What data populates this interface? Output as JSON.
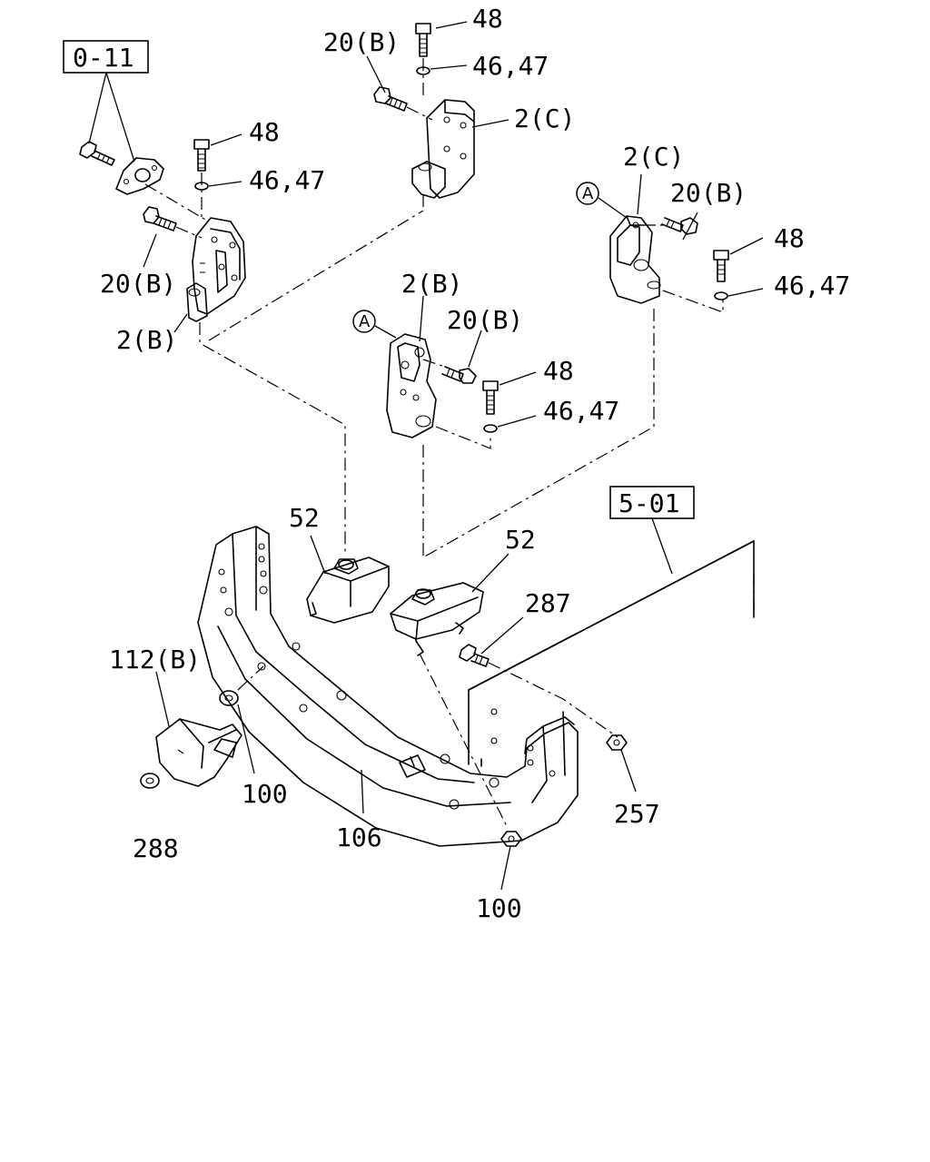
{
  "refs": {
    "ref_0_11": "0-11",
    "ref_5_01": "5-01"
  },
  "callouts": {
    "c48_top": "48",
    "c20b_top": "20(B)",
    "c4647_top": "46,47",
    "c2c_top": "2(C)",
    "c48_left": "48",
    "c4647_left": "46,47",
    "c20b_left": "20(B)",
    "c2b_left": "2(B)",
    "c2c_right": "2(C)",
    "c20b_right": "20(B)",
    "c48_right": "48",
    "c4647_right": "46,47",
    "c2b_mid": "2(B)",
    "c20b_mid": "20(B)",
    "c48_mid": "48",
    "c4647_mid": "46,47",
    "c52_left": "52",
    "c52_right": "52",
    "c287": "287",
    "c112b": "112(B)",
    "c100_left": "100",
    "c288": "288",
    "c106": "106",
    "c257": "257",
    "c100_bottom": "100"
  },
  "markers": {
    "a_right": "A",
    "a_mid": "A"
  },
  "icons": {
    "bolt": "bolt-icon",
    "washer": "washer-icon",
    "nut": "nut-icon"
  },
  "colors": {
    "line": "#000000",
    "background": "#ffffff"
  }
}
